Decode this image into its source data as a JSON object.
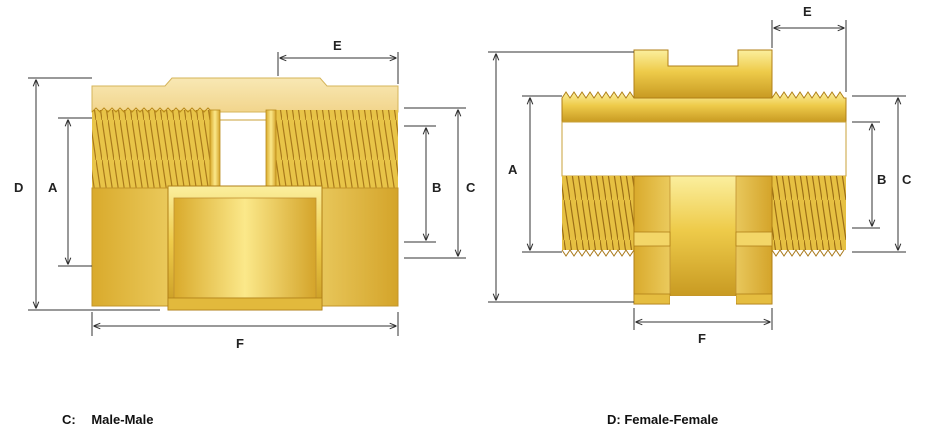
{
  "left_figure": {
    "labels": {
      "D": "D",
      "A": "A",
      "B": "B",
      "C": "C",
      "E": "E",
      "F": "F"
    },
    "caption_prefix": "C:",
    "caption": "Male-Male"
  },
  "right_figure": {
    "labels": {
      "A": "A",
      "B": "B",
      "C": "C",
      "E": "E",
      "F": "F"
    },
    "caption": "D: Female-Female"
  },
  "colors": {
    "brass_light": "#f6e58a",
    "brass": "#e9c444",
    "brass_dark": "#b98a1a",
    "cream": "#f6e0a2",
    "dim_line": "#333333"
  }
}
